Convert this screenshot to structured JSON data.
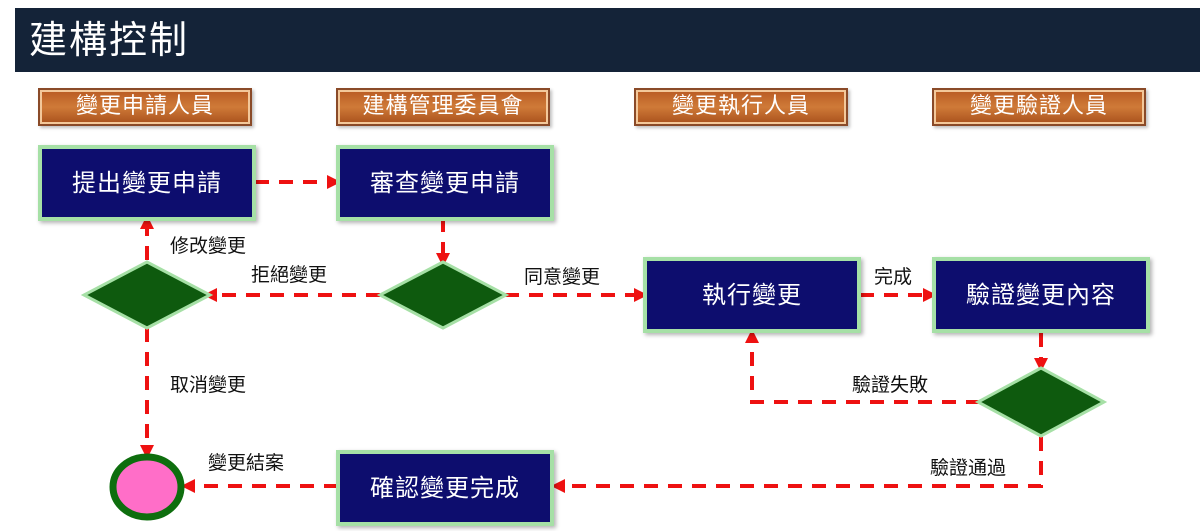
{
  "title": "建構控制",
  "roles": [
    "變更申請人員",
    "建構管理委員會",
    "變更執行人員",
    "變更驗證人員"
  ],
  "steps": {
    "submit": "提出變更申請",
    "review": "審查變更申請",
    "execute": "執行變更",
    "verify": "驗證變更內容",
    "confirm": "確認變更完成"
  },
  "edge_labels": {
    "modify": "修改變更",
    "reject": "拒絕變更",
    "approve": "同意變更",
    "done": "完成",
    "cancel": "取消變更",
    "verify_fail": "驗證失敗",
    "close": "變更結案",
    "verify_pass": "驗證通過"
  },
  "colors": {
    "title_bg": "#142338",
    "process_fill": "#0d0d6e",
    "process_border": "#a6e0a6",
    "decision_fill": "#0e5a0e",
    "arrow": "#ee1111",
    "end_fill": "#ff6ec8",
    "end_border": "#0e6e0e",
    "role_fill": "#c66a2c"
  }
}
